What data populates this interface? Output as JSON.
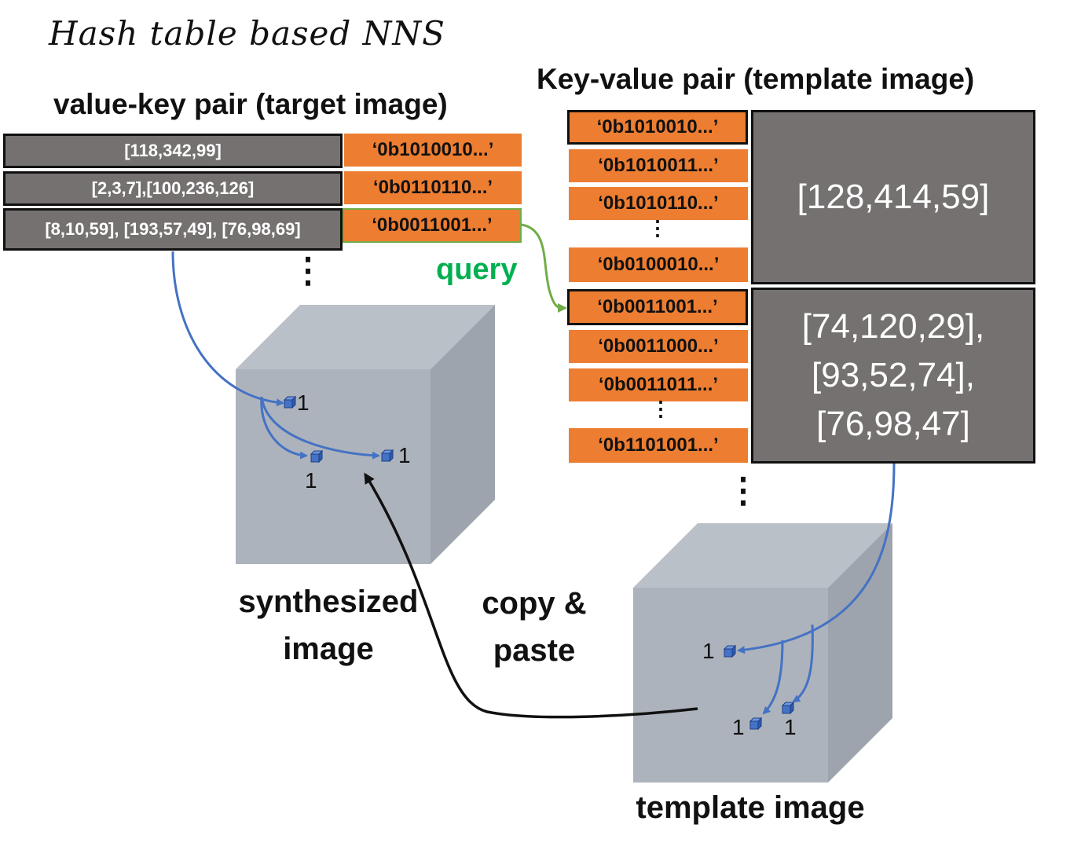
{
  "title": "Hash table based NNS",
  "left_header": "value-key pair (target image)",
  "right_header": "Key-value pair (template image)",
  "left_values": [
    "[118,342,99]",
    "[2,3,7],[100,236,126]",
    "[8,10,59], [193,57,49], [76,98,69]"
  ],
  "left_keys": [
    "‘0b1010010...’",
    "‘0b0110110...’",
    "‘0b0011001...’"
  ],
  "right_keys_top": [
    "‘0b1010010...’",
    "‘0b1010011...’",
    "‘0b1010110...’",
    "⋮",
    "‘0b0100010...’"
  ],
  "right_keys_bottom": [
    "‘0b0011001...’",
    "‘0b0011000...’",
    "‘0b0011011...’",
    "⋮",
    "‘0b1101001...’"
  ],
  "right_value_1": "[128,414,59]",
  "right_value_2_lines": [
    "[74,120,29],",
    "[93,52,74],",
    "[76,98,47]"
  ],
  "ellipsis": "⋮",
  "query_label": "query",
  "synth_label_lines": [
    "synthesized",
    "image"
  ],
  "copy_label_lines": [
    "copy &",
    "paste"
  ],
  "template_label": "template image",
  "voxel_value": "1",
  "colors": {
    "orange": "#ED7D31",
    "gray_box": "#767171",
    "query_green": "#00B050",
    "blue_arrow": "#4472C4",
    "cube_front": "#ADB3BC",
    "cube_top": "#BAC0C8",
    "cube_side": "#9EA4AD"
  }
}
